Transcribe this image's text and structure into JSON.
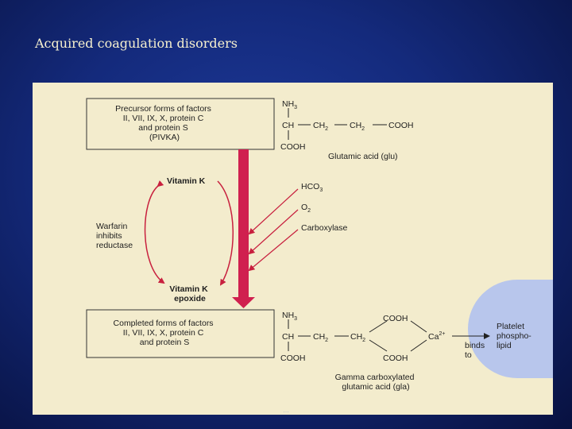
{
  "slide": {
    "title": "Acquired coagulation disorders",
    "watermark": "…"
  },
  "diagram": {
    "precursor_box": {
      "lines": [
        "Precursor forms of factors",
        "II, VII, IX, X, protein C",
        "and protein S",
        "(PIVKA)"
      ]
    },
    "completed_box": {
      "lines": [
        "Completed forms of factors",
        "II, VII, IX, X, protein C",
        "and protein S"
      ]
    },
    "vitamin_k": "Vitamin K",
    "vitamin_k_epoxide": [
      "Vitamin K",
      "epoxide"
    ],
    "warfarin": [
      "Warfarin",
      "inhibits",
      "reductase"
    ],
    "inputs": [
      "HCO",
      "O",
      "Carboxylase"
    ],
    "input_subscripts": [
      "3",
      "2",
      ""
    ],
    "glutamic": {
      "nh3": "NH",
      "nh3_sub": "3",
      "ch": "CH",
      "ch2_a": "CH",
      "ch2_b": "CH",
      "sub2": "2",
      "cooh_end": "COOH",
      "cooh_bottom": "COOH",
      "name": "Glutamic acid (glu)"
    },
    "gla": {
      "nh3": "NH",
      "nh3_sub": "3",
      "ch": "CH",
      "ch2_a": "CH",
      "ch2_b": "CH",
      "sub2": "2",
      "cooh_top": "COOH",
      "cooh_mid": "COOH",
      "cooh_bottom": "COOH",
      "calcium": "Ca",
      "calcium_sup": "2+",
      "binds": [
        "binds",
        "to"
      ],
      "name": [
        "Gamma carboxylated",
        "glutamic acid (gla)"
      ]
    },
    "platelet": [
      "Platelet",
      "phospho-",
      "lipid"
    ],
    "colors": {
      "background": "#142a7c",
      "title": "#f7f1cf",
      "figure": "#f3eccd",
      "main_arrow": "#d0204f",
      "thin_arrow": "#c8203e",
      "platelet": "#b8c6ec"
    }
  }
}
